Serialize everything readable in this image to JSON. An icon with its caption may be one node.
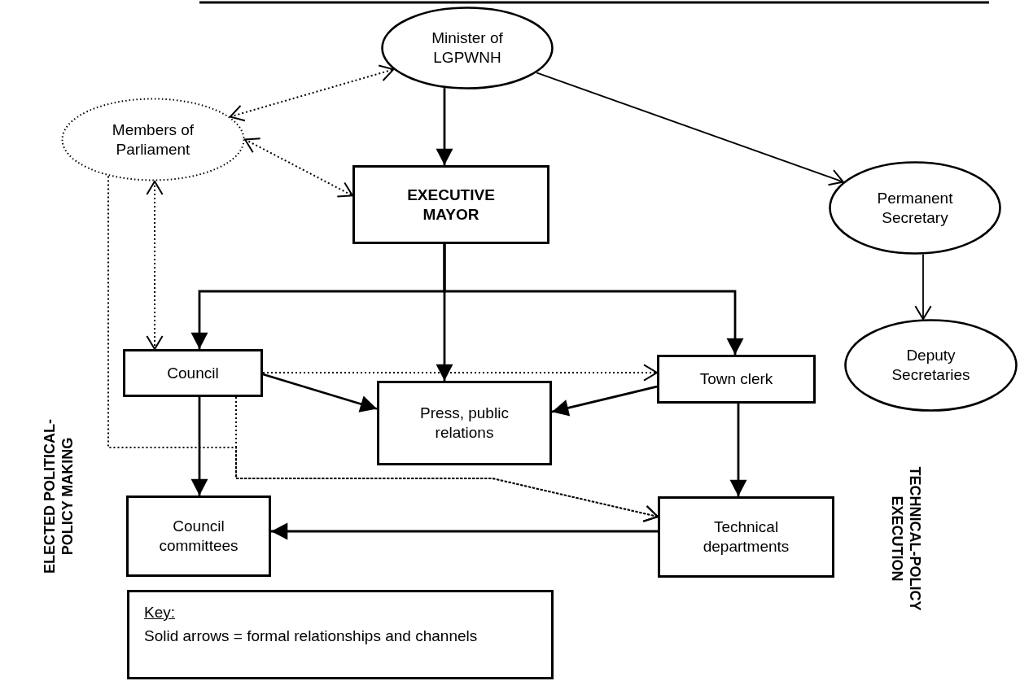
{
  "diagram": {
    "nodes": [
      {
        "text": [
          "Minister of LGPWNH"
        ]
      },
      {
        "text": [
          "Members of Parliament"
        ]
      },
      {
        "text": [
          "EXECUTIVE MAYOR"
        ]
      },
      {
        "text": [
          "Permanent Secretary"
        ]
      },
      {
        "text": [
          "Deputy Secretaries"
        ]
      },
      {
        "text": [
          "Council"
        ]
      },
      {
        "text": [
          "Town clerk"
        ]
      },
      {
        "text": [
          "Press, public relations"
        ]
      },
      {
        "text": [
          "Council committees"
        ]
      },
      {
        "text": [
          "Technical departments"
        ]
      },
      {
        "text": [
          "Key:",
          "Solid arrows = formal relationships and channels"
        ]
      }
    ],
    "edges": [
      {
        "from": 0,
        "to": 2,
        "arrow": "to"
      },
      {
        "from": 0,
        "to": 3,
        "arrow": "to"
      },
      {
        "from": 3,
        "to": 4,
        "arrow": "to"
      },
      {
        "from": 1,
        "to": 0,
        "arrow": "both",
        "style": "dashed"
      },
      {
        "from": 1,
        "to": 2,
        "arrow": "both",
        "style": "dashed"
      },
      {
        "from": 1,
        "to": 5,
        "arrow": "both",
        "style": "dashed"
      },
      {
        "from": 2,
        "to": 5,
        "arrow": "to"
      },
      {
        "from": 2,
        "to": 7,
        "arrow": "to"
      },
      {
        "from": 2,
        "to": 6,
        "arrow": "to"
      },
      {
        "from": 5,
        "to": 6,
        "arrow": "to",
        "style": "dashed"
      },
      {
        "from": 5,
        "to": 7,
        "arrow": "to"
      },
      {
        "from": 6,
        "to": 7,
        "arrow": "to"
      },
      {
        "from": 5,
        "to": 8,
        "arrow": "to"
      },
      {
        "from": 6,
        "to": 9,
        "arrow": "to"
      },
      {
        "from": 5,
        "to": 9,
        "arrow": "to",
        "style": "dashed"
      },
      {
        "from": 1,
        "to": 9,
        "arrow": "to",
        "style": "dashed"
      },
      {
        "from": 9,
        "to": 8,
        "arrow": "to"
      }
    ],
    "labels": [
      "ELECTED POLITICAL- POLICY MAKING",
      "TECHNICAL-POLICY EXECUTION"
    ]
  }
}
